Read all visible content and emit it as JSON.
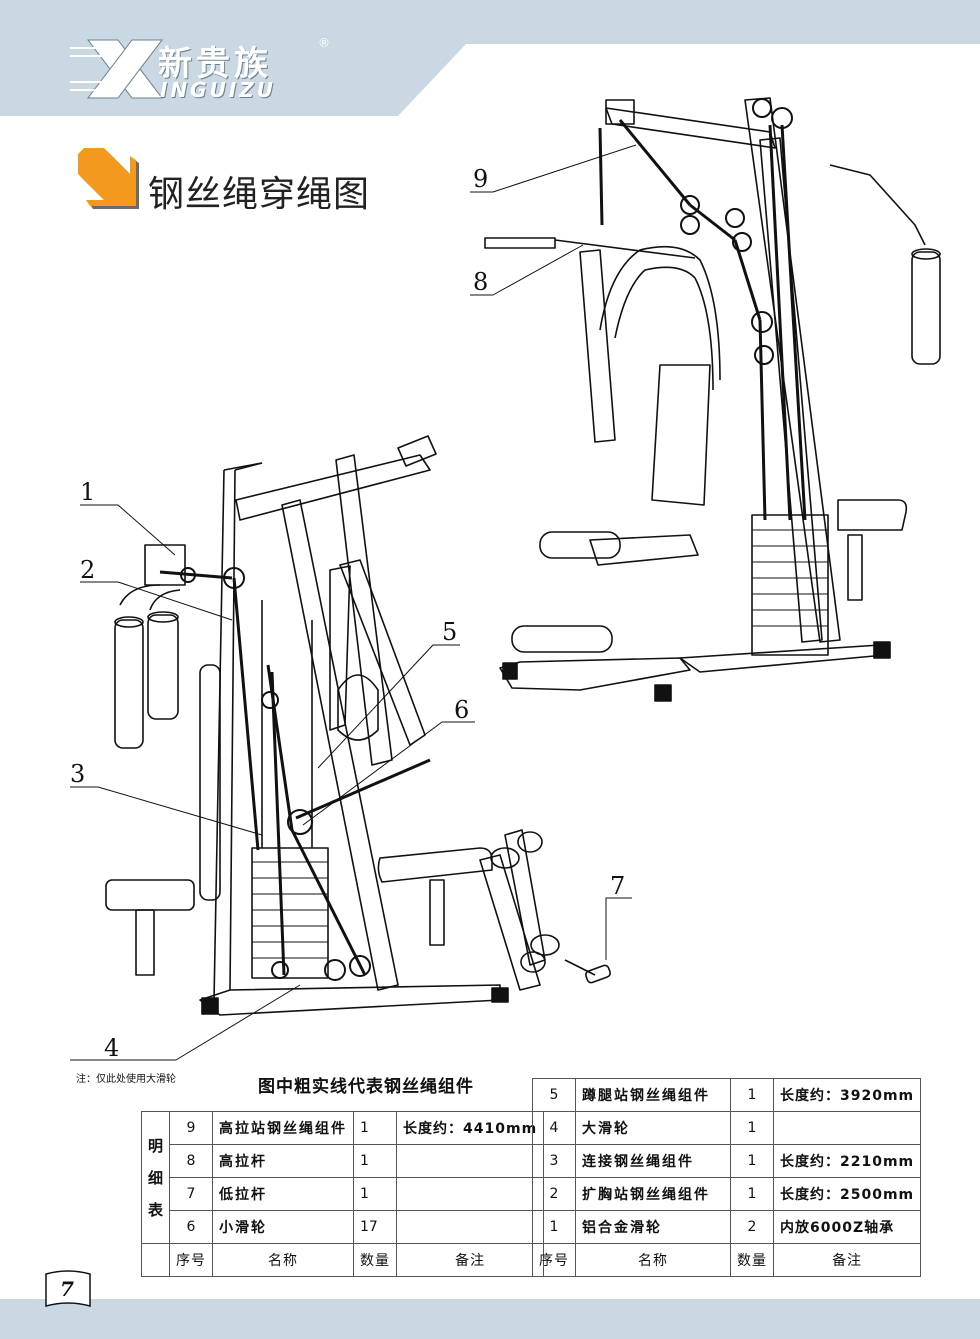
{
  "brand": {
    "cn": "新贵族",
    "reg": "®",
    "en": "INGUIZU"
  },
  "title": "钢丝绳穿绳图",
  "callouts": [
    "1",
    "2",
    "3",
    "4",
    "5",
    "6",
    "7",
    "8",
    "9"
  ],
  "note": "注：仅此处使用大滑轮",
  "table_caption": "图中粗实线代表钢丝绳组件",
  "side_label": [
    "明",
    "细",
    "表"
  ],
  "headers": {
    "index": "序号",
    "name": "名称",
    "qty": "数量",
    "note": "备注"
  },
  "left_rows": [
    {
      "index": "9",
      "name": "高拉站钢丝绳组件",
      "qty": "1",
      "note": "长度约：4410mm"
    },
    {
      "index": "8",
      "name": "高拉杆",
      "qty": "1",
      "note": ""
    },
    {
      "index": "7",
      "name": "低拉杆",
      "qty": "1",
      "note": ""
    },
    {
      "index": "6",
      "name": "小滑轮",
      "qty": "17",
      "note": ""
    }
  ],
  "right_rows": [
    {
      "index": "5",
      "name": "蹲腿站钢丝绳组件",
      "qty": "1",
      "note": "长度约：3920mm"
    },
    {
      "index": "4",
      "name": "大滑轮",
      "qty": "1",
      "note": ""
    },
    {
      "index": "3",
      "name": "连接钢丝绳组件",
      "qty": "1",
      "note": "长度约：2210mm"
    },
    {
      "index": "2",
      "name": "扩胸站钢丝绳组件",
      "qty": "1",
      "note": "长度约：2500mm"
    },
    {
      "index": "1",
      "name": "铝合金滑轮",
      "qty": "2",
      "note": "内放6000Z轴承"
    }
  ],
  "page_number": "7",
  "colors": {
    "header_blue": "#c9d8e3",
    "arrow_orange": "#f39a1e",
    "arrow_shadow": "#6b6b6b"
  }
}
